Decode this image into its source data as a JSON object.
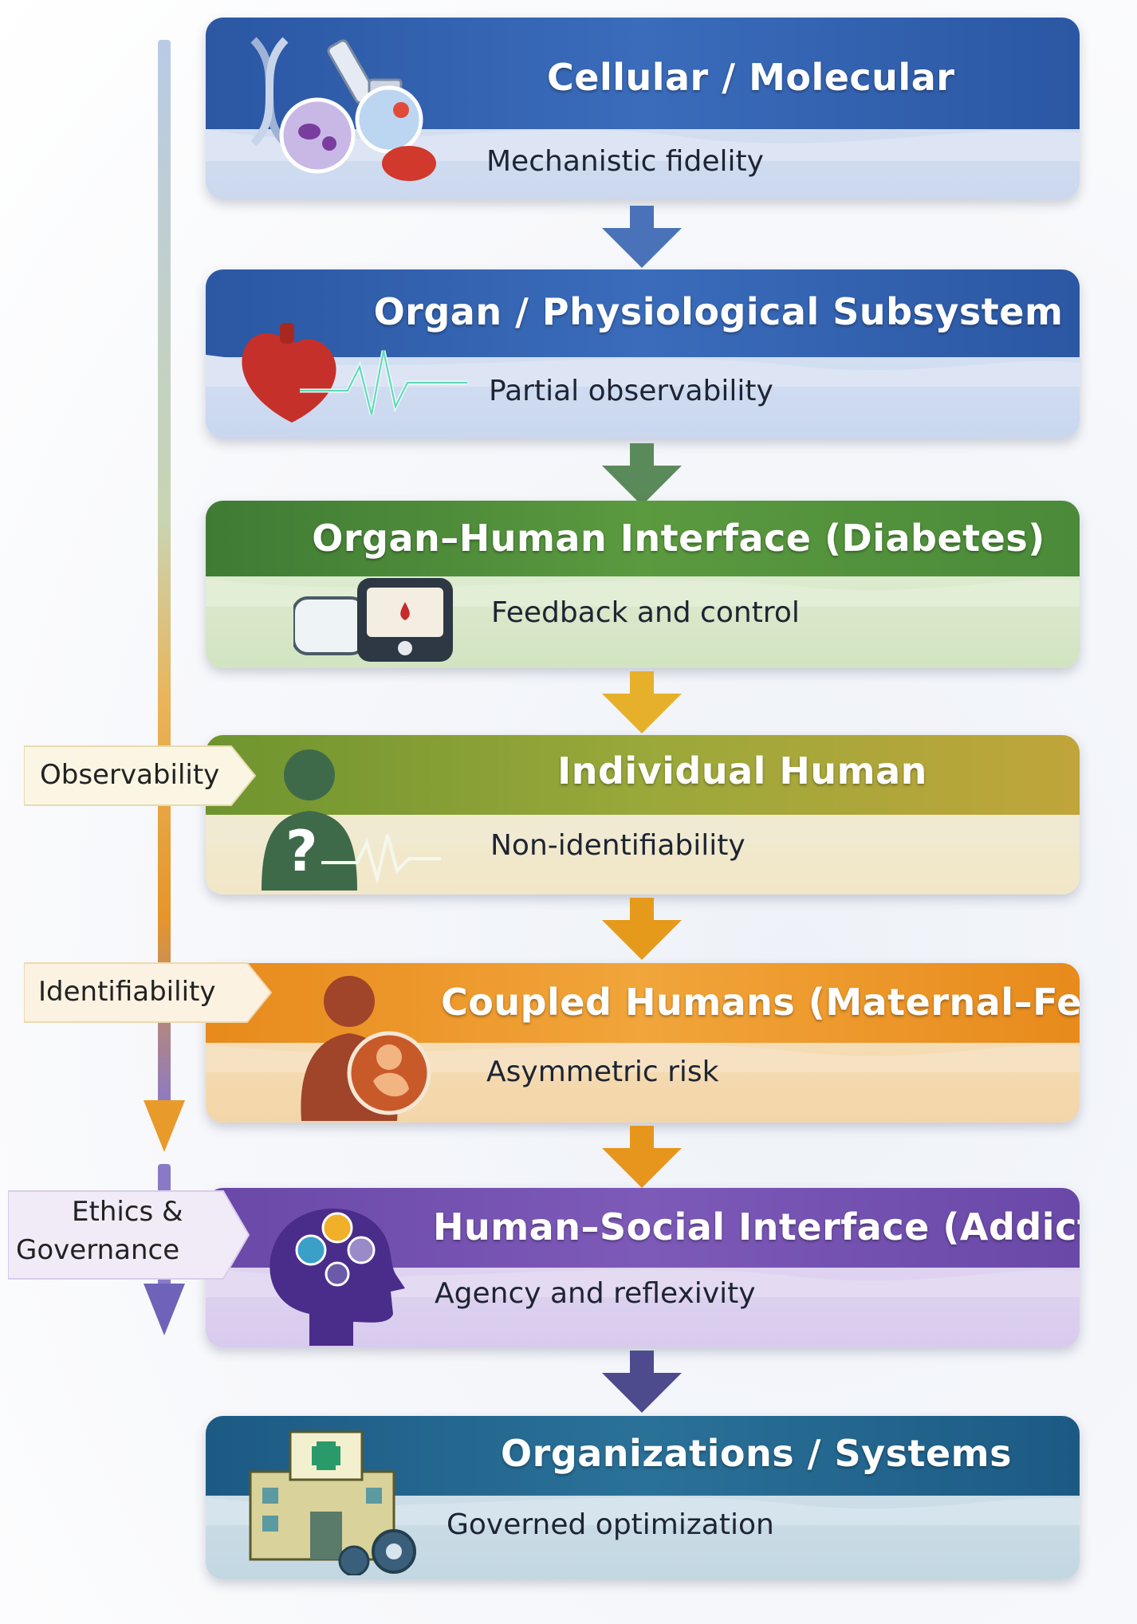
{
  "levels": [
    {
      "title": "Cellular / Molecular",
      "subtitle": "Mechanistic fidelity",
      "color": "#2c5ba8"
    },
    {
      "title": "Organ / Physiological Subsystem",
      "subtitle": "Partial observability",
      "color": "#2c5ba8"
    },
    {
      "title": "Organ–Human Interface (Diabetes)",
      "subtitle": "Feedback and control",
      "color": "#4f8a3a"
    },
    {
      "title": "Individual Human",
      "subtitle": "Non-identifiability",
      "color": "#8aa13a"
    },
    {
      "title": "Coupled Humans (Maternal–Fetal)",
      "subtitle": "Asymmetric risk",
      "color": "#e58a1c"
    },
    {
      "title": "Human–Social Interface (Addiction)",
      "subtitle": "Agency and reflexivity",
      "color": "#6a4ca6"
    },
    {
      "title": "Organizations / Systems",
      "subtitle": "Governed optimization",
      "color": "#1f5f8a"
    }
  ],
  "side_labels": {
    "observability": "Observability",
    "identifiability": "Identifiability",
    "ethics_line1": "Ethics &",
    "ethics_line2": "Governance"
  },
  "icons": [
    "dna-microscope-cells-icon",
    "heart-ecg-icon",
    "glucose-monitor-icon",
    "human-question-icon",
    "mother-fetus-icon",
    "head-gamepad-icon",
    "hospital-gears-icon"
  ]
}
